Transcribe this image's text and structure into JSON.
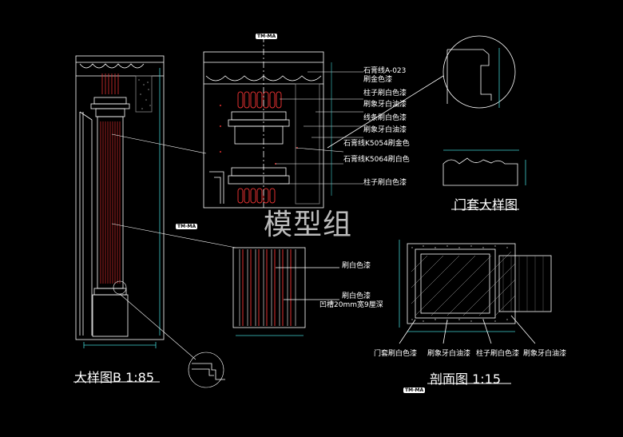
{
  "watermark": "模型组",
  "titles": {
    "elevation_b": "大样图B 1:85",
    "door_frame_detail": "门套大样图",
    "section": "剖面图   1:15"
  },
  "callout_labels": {
    "top_left_1": "石膏线A-023",
    "top_left_2": "刷金色漆",
    "col_paint_white": "柱子刷白色漆",
    "ivory_oil": "刷象牙白油漆",
    "line_white": "线条刷白色漆",
    "ivory_oil_2": "刷象牙白油漆",
    "plaster_gold": "石膏线K5054刷金色",
    "plaster_white": "石膏线K5064刷白色",
    "col_paint_white_2": "柱子刷白色漆",
    "paint_white_a": "刷白色漆",
    "paint_white_b": "刷白色漆",
    "groove": "凹槽20mm宽9厘深",
    "sec_door_white": "门套刷白色漆",
    "sec_ivory": "刷象牙白油漆",
    "sec_col_white": "柱子刷白色漆",
    "sec_ivory_2": "刷象牙白油漆"
  },
  "tags": {
    "top_tag": "TM-MA",
    "mid_tag": "TM-MA",
    "sec_tag": "TM-MA"
  },
  "colors": {
    "line": "#ffffff",
    "accent_red": "#e03030",
    "cyan": "#40d0d0",
    "gray": "#9a9a9a",
    "yellow": "#d8d840"
  }
}
